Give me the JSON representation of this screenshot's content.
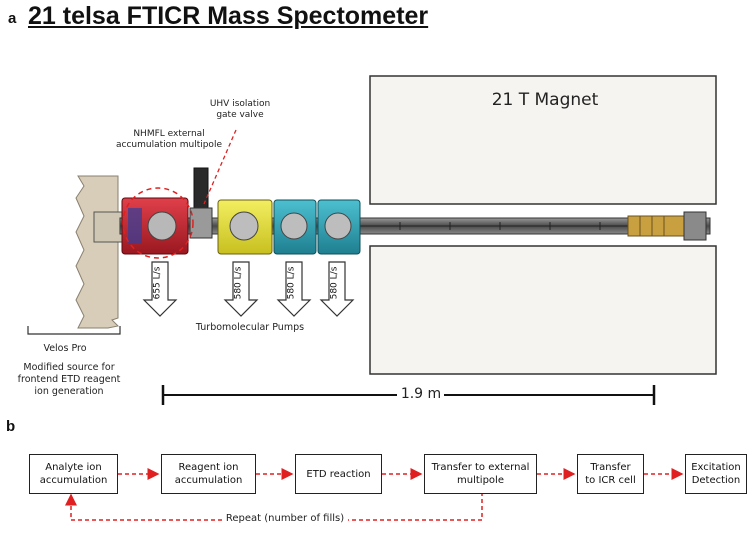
{
  "panel_a": {
    "letter": "a",
    "title": "21 telsa FTICR Mass Spectometer",
    "magnet_label": "21 T Magnet",
    "uhv_label": "UHV isolation\ngate valve",
    "nhmfl_label": "NHMFL external\naccumulation multipole",
    "velos_label": "Velos Pro",
    "modified_label": "Modified source for\nfrontend ETD reagent\nion generation",
    "pumps_label": "Turbomolecular Pumps",
    "pumps": [
      "655 L/s",
      "580 L/s",
      "580 L/s",
      "580 L/s"
    ],
    "scale_label": "1.9 m",
    "colors": {
      "red_chamber": "#c0202a",
      "yellow_chamber": "#e8e030",
      "cyan_chamber": "#2fa6b8",
      "magnet_fill": "#f6f4f0",
      "source_fill": "#d8cdb8",
      "dashed_red": "#e02020"
    }
  },
  "panel_b": {
    "letter": "b",
    "steps": [
      "Analyte ion\naccumulation",
      "Reagent ion\naccumulation",
      "ETD reaction",
      "Transfer to external\nmultipole",
      "Transfer\nto ICR cell",
      "Excitation\nDetection"
    ],
    "loop_label": "Repeat (number of fills)"
  }
}
